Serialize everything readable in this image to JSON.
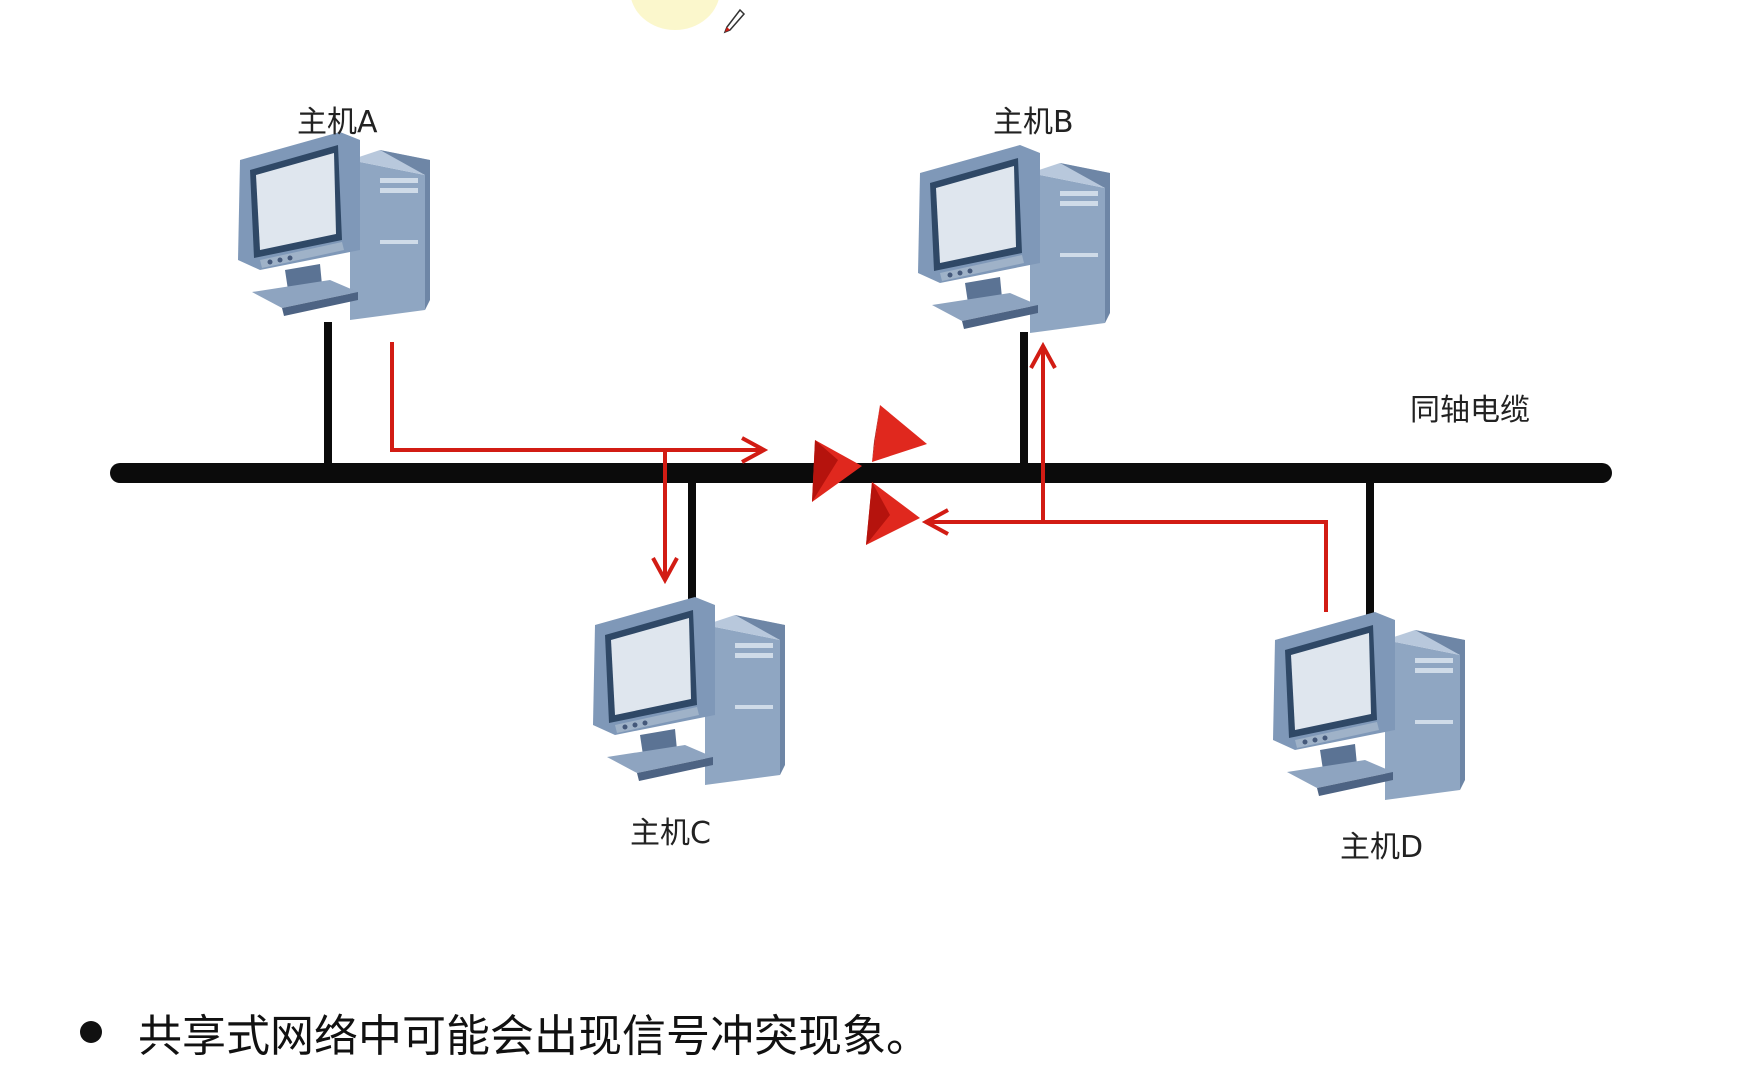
{
  "hosts": [
    {
      "id": "a",
      "label": "主机A"
    },
    {
      "id": "b",
      "label": "主机B"
    },
    {
      "id": "c",
      "label": "主机C"
    },
    {
      "id": "d",
      "label": "主机D"
    }
  ],
  "cable": {
    "label": "同轴电缆"
  },
  "caption": {
    "text": "共享式网络中可能会出现信号冲突现象。"
  },
  "icons": {
    "host": "desktop-computer-icon",
    "collision": "collision-icon",
    "cursor": "pen-cursor-icon"
  },
  "colors": {
    "signal": "#d21c14",
    "cable": "#0b0b0b",
    "collision": "#e0281e"
  }
}
